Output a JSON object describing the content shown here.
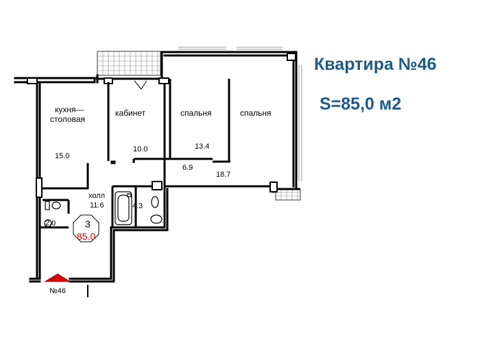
{
  "header": {
    "title": "Квартира №46",
    "total_area": "S=85,0 м2"
  },
  "rooms": [
    {
      "name_line1": "кухня—",
      "name_line2": "столовая",
      "area": "15.0"
    },
    {
      "name": "кабинет",
      "area": "10.0"
    },
    {
      "name": "спальня",
      "area": "13.4"
    },
    {
      "name": "спальня",
      "area": "18.7"
    },
    {
      "name": "холл",
      "area": "11.6"
    }
  ],
  "small_areas": {
    "corridor": "6.9",
    "bathroom": "4.3",
    "toilet": "2.0"
  },
  "badge": {
    "rooms": "3",
    "area": "85.0"
  },
  "entrance": {
    "label": "№46"
  },
  "colors": {
    "title": "#1f5a86",
    "badge_area": "#d40000",
    "entrance_arrow": "#e00000",
    "walls": "#000000"
  }
}
